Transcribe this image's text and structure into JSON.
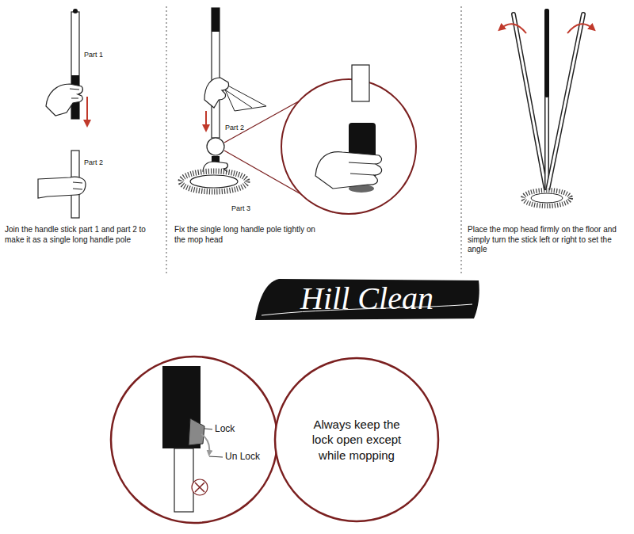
{
  "diagram": {
    "nodes": [
      {
        "text": [
          "Always keep the lock open except while mopping"
        ]
      }
    ],
    "labels": [
      "Part 1",
      "Part 2",
      "Join the handle stick part 1 and part 2 to make it as a single long handle pole",
      "Part 2",
      "Part 3",
      "Fix the single long handle pole tightly on the mop head",
      "Place the mop head firmly on the floor and simply turn the stick left or right to set the angle",
      "Hill Clean",
      "Lock",
      "Un Lock"
    ]
  }
}
